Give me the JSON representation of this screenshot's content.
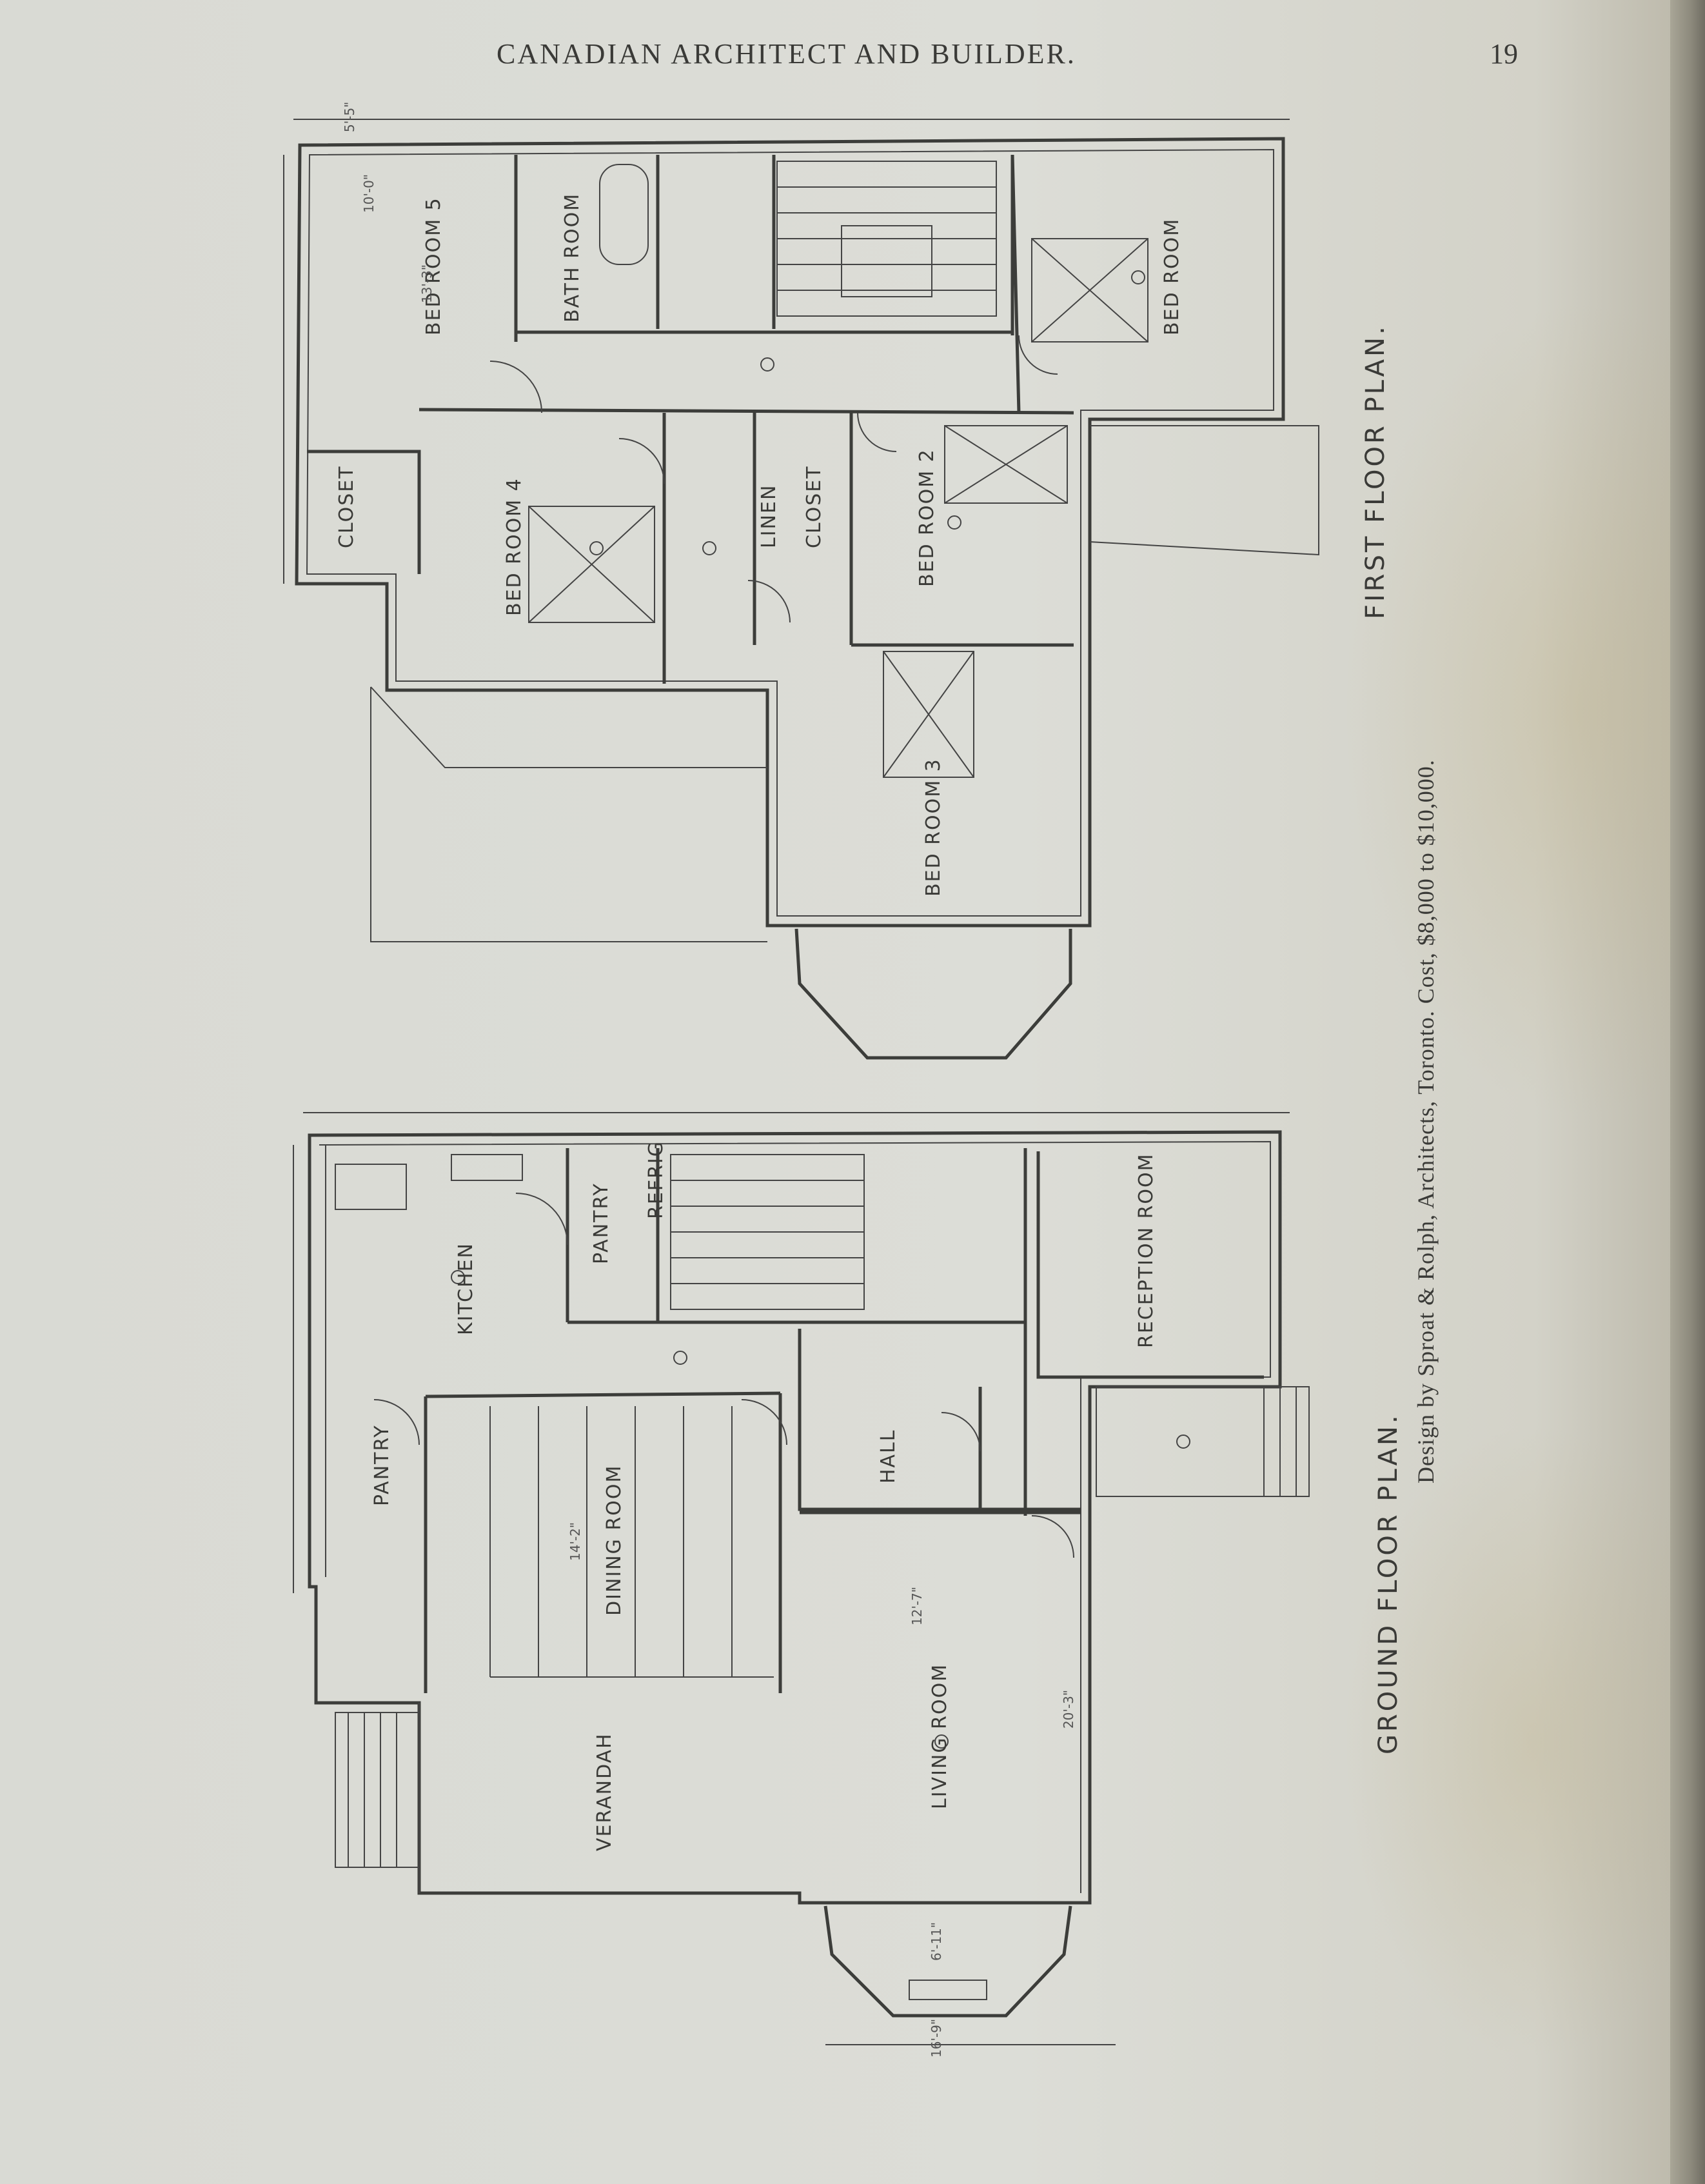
{
  "header": {
    "title": "CANADIAN ARCHITECT AND BUILDER.",
    "page_number": "19"
  },
  "first_floor": {
    "title": "FIRST FLOOR PLAN.",
    "rooms": {
      "bed_room_5": "BED ROOM 5",
      "bath_room": "BATH ROOM",
      "bed_room_main": "BED ROOM",
      "closet_a": "CLOSET",
      "bed_room_4": "BED ROOM 4",
      "linen": "LINEN",
      "closet_b": "CLOSET",
      "bed_room_2": "BED ROOM 2",
      "bed_room_3": "BED ROOM 3"
    }
  },
  "ground_floor": {
    "title": "GROUND FLOOR PLAN.",
    "rooms": {
      "kitchen": "KITCHEN",
      "pantry_a": "PANTRY",
      "pantry_b": "PANTRY",
      "dining_room": "DINING ROOM",
      "hall": "HALL",
      "reception_room": "RECEPTION ROOM",
      "living_room": "LIVING ROOM",
      "verandah": "VERANDAH",
      "refrig": "REFRIG"
    }
  },
  "credit": "Design by Sproat & Rolph, Architects, Toronto.   Cost, $8,000 to $10,000.",
  "dimensions": {
    "d1": "5'-5\"",
    "d2": "13'-3\"",
    "d3": "10'-0\"",
    "d4": "14'-2\"",
    "d5": "20'-3\"",
    "d6": "12'-7\"",
    "d7": "6'-11\"",
    "d8": "16'-9\""
  }
}
